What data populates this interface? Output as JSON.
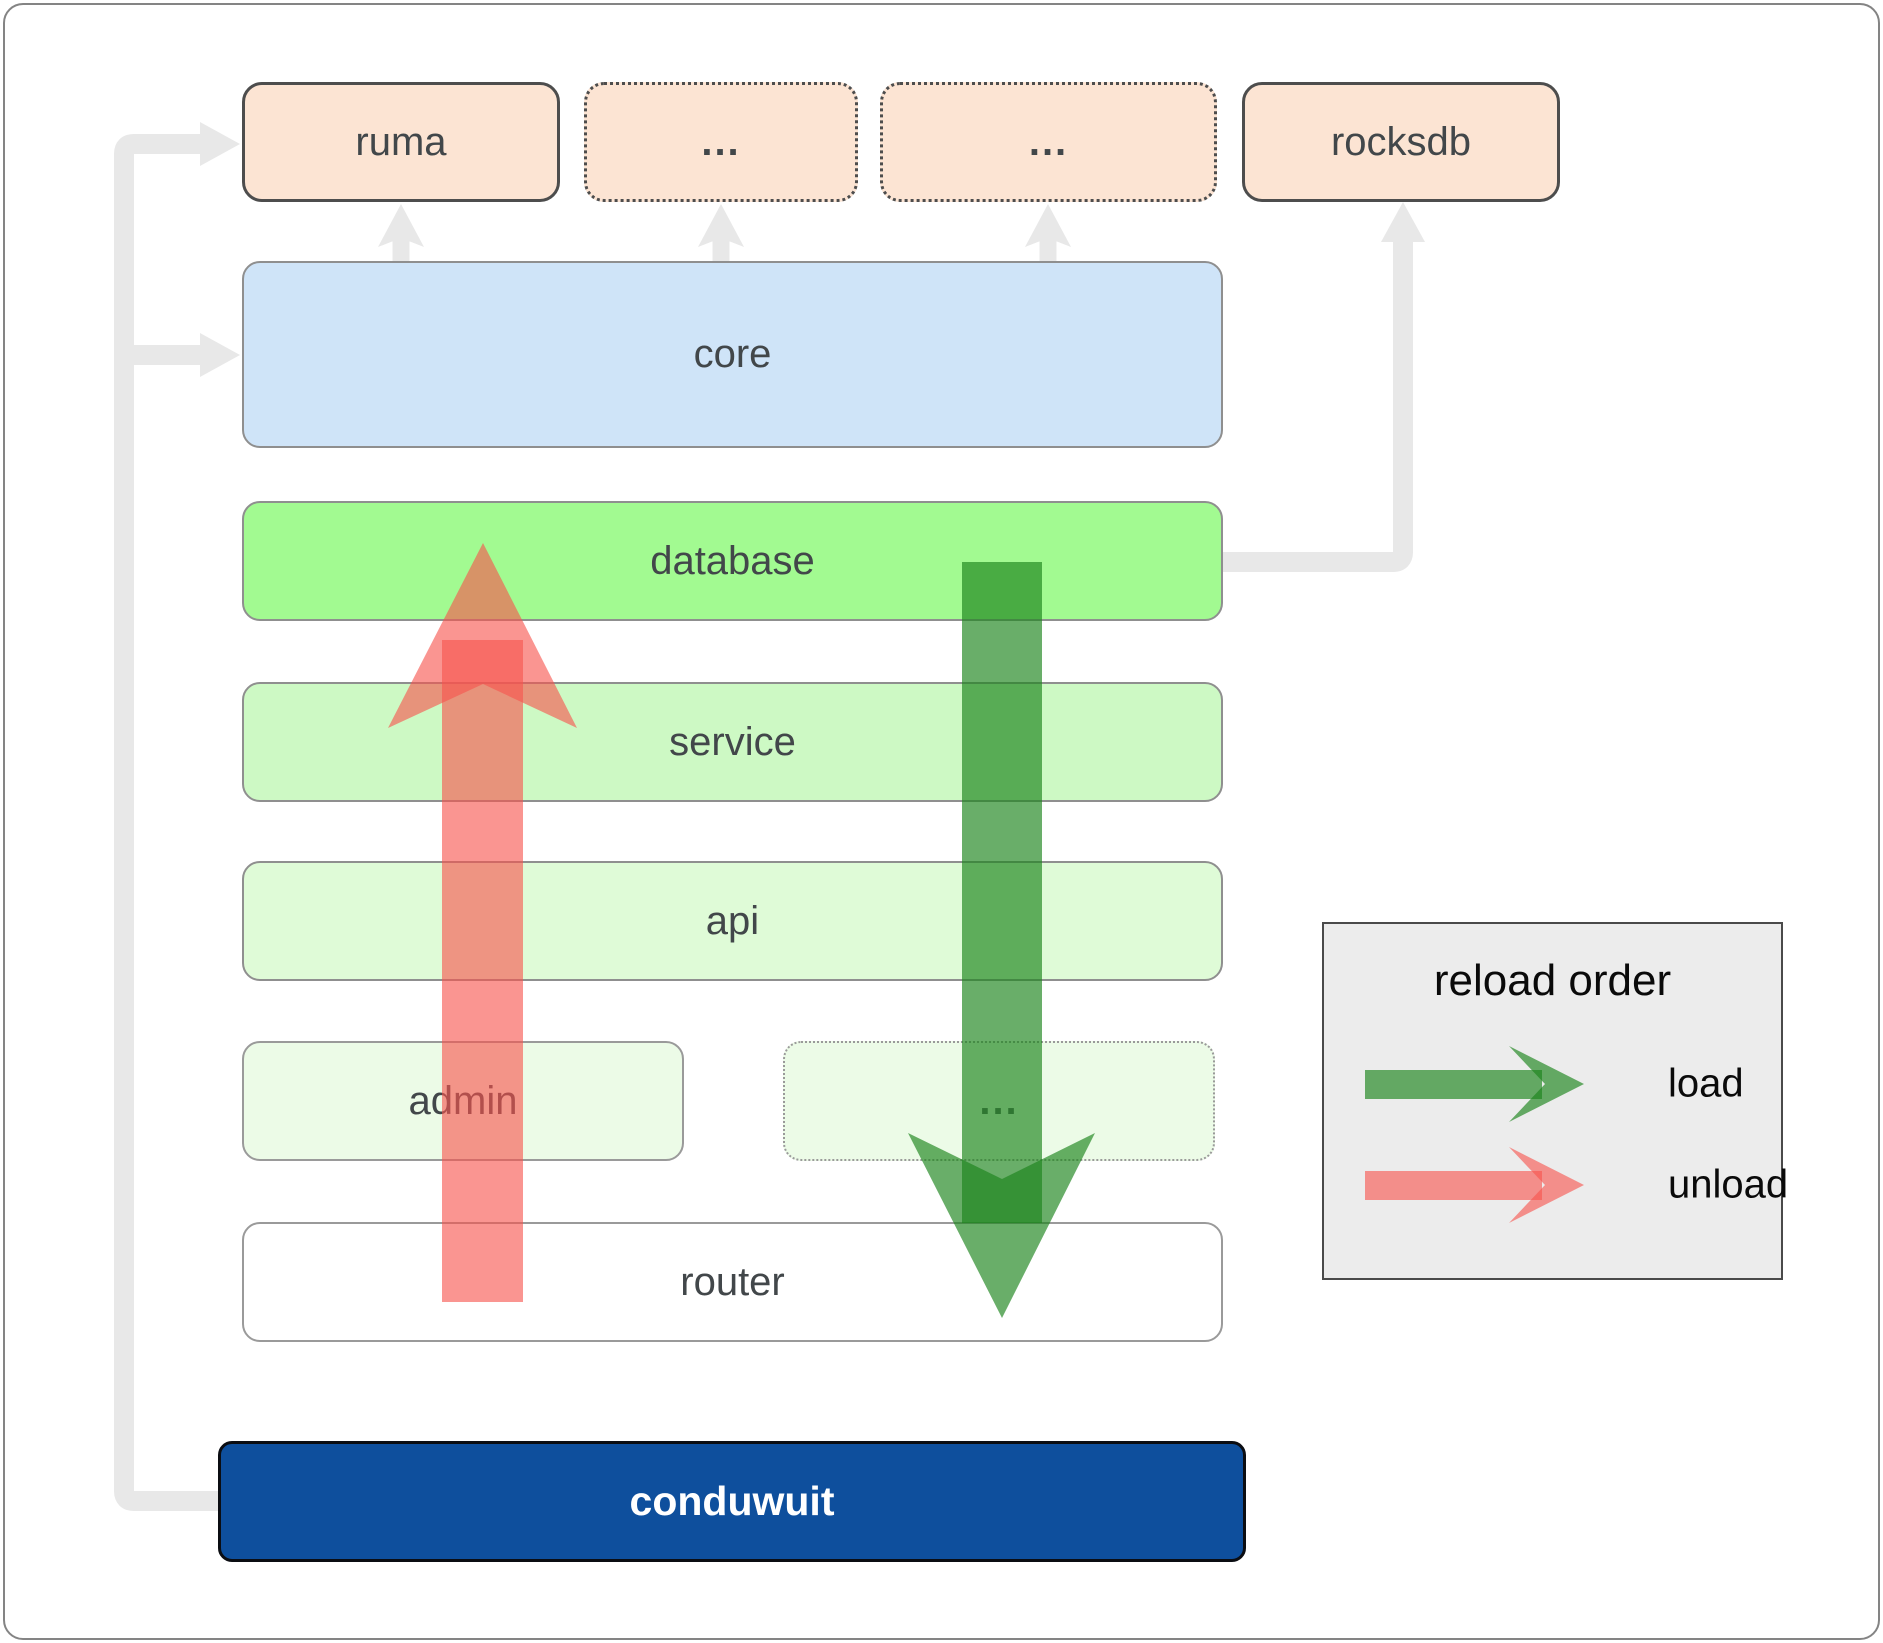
{
  "nodes": {
    "ruma": "ruma",
    "ellipsis1": "...",
    "ellipsis2": "...",
    "rocksdb": "rocksdb",
    "core": "core",
    "database": "database",
    "service": "service",
    "api": "api",
    "admin": "admin",
    "ellipsis3": "...",
    "router": "router",
    "conduwuit": "conduwuit"
  },
  "legend": {
    "title": "reload order",
    "items": [
      {
        "label": "load",
        "icon": "load-arrow-icon"
      },
      {
        "label": "unload",
        "icon": "unload-arrow-icon"
      }
    ]
  },
  "colors": {
    "frame-border": "#848484",
    "peach-fill": "#fce4d3",
    "dark-border": "#4d4d4d",
    "gray-border": "#8f8f8f",
    "light-border": "#9a9a9a",
    "core-fill": "#cfe4f8",
    "database-fill": "#a2fa91",
    "service-fill": "#cdf9c4",
    "api-fill": "#dffbd7",
    "admin-fill": "#ecfbe7",
    "router-fill": "#ffffff",
    "conduwuit-fill": "#0e4f9d",
    "conduwuit-border": "#0b0d12",
    "label-color": "#42474a",
    "connector-gray": "#e8e8e8",
    "load-arrow": "rgba(28,132,28,0.66)",
    "unload-arrow": "rgba(247,84,78,0.62)",
    "legend-bg": "#ececec",
    "legend-border": "#4a4a4a"
  }
}
